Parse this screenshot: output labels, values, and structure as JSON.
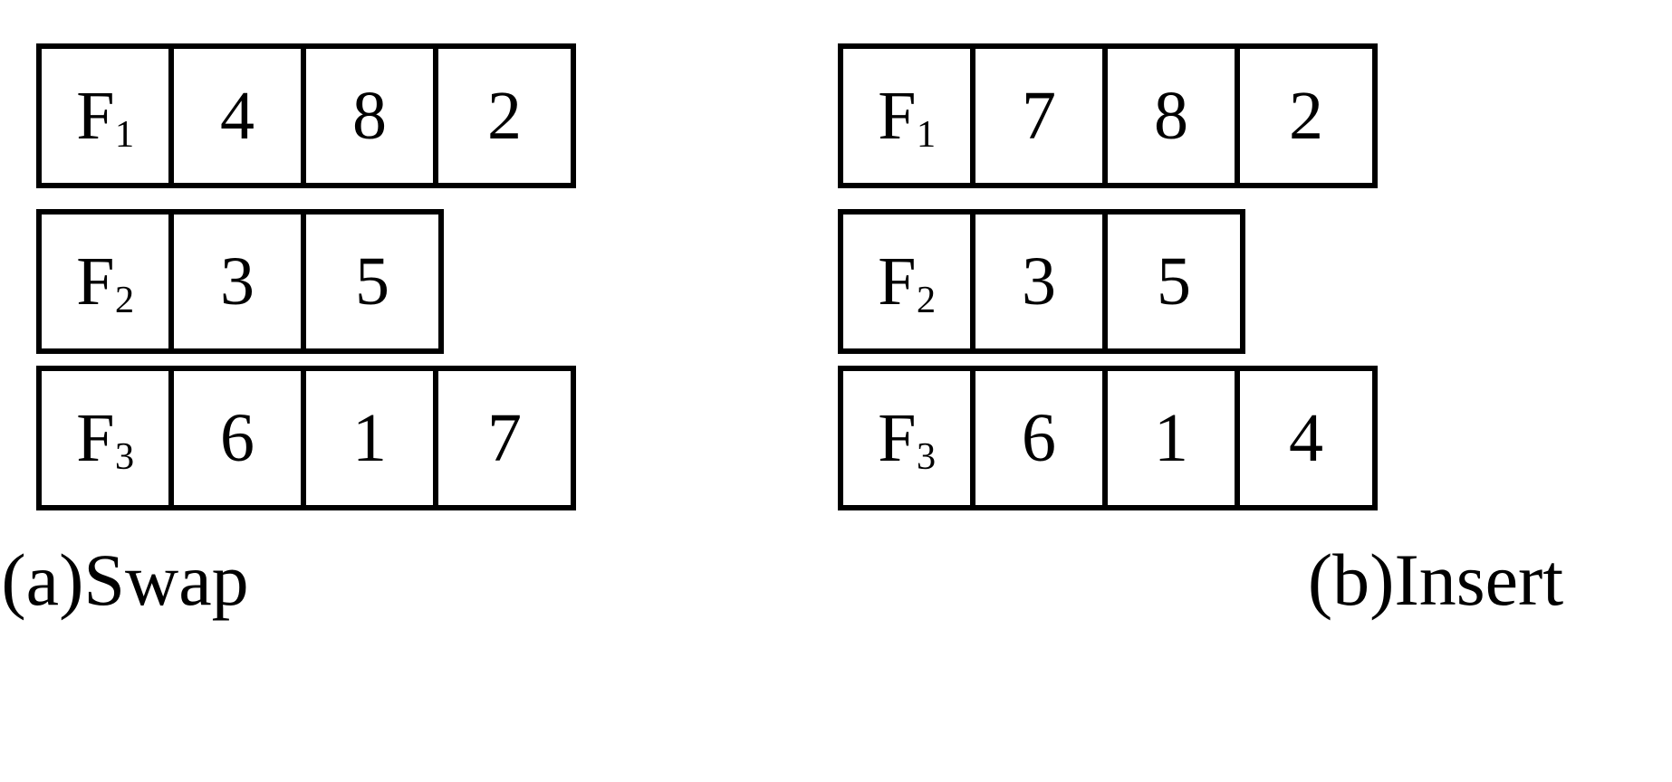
{
  "figure": {
    "background_color": "#ffffff",
    "ink_color": "#000000",
    "panels": [
      {
        "id": "swap",
        "caption": "(a)Swap",
        "rows": [
          {
            "label_base": "F",
            "label_sub": "1",
            "values": [
              "4",
              "8",
              "2"
            ]
          },
          {
            "label_base": "F",
            "label_sub": "2",
            "values": [
              "3",
              "5"
            ]
          },
          {
            "label_base": "F",
            "label_sub": "3",
            "values": [
              "6",
              "1",
              "7"
            ]
          }
        ]
      },
      {
        "id": "insert",
        "caption": "(b)Insert",
        "rows": [
          {
            "label_base": "F",
            "label_sub": "1",
            "values": [
              "7",
              "8",
              "2"
            ]
          },
          {
            "label_base": "F",
            "label_sub": "2",
            "values": [
              "3",
              "5"
            ]
          },
          {
            "label_base": "F",
            "label_sub": "3",
            "values": [
              "6",
              "1",
              "4"
            ]
          }
        ]
      }
    ]
  }
}
